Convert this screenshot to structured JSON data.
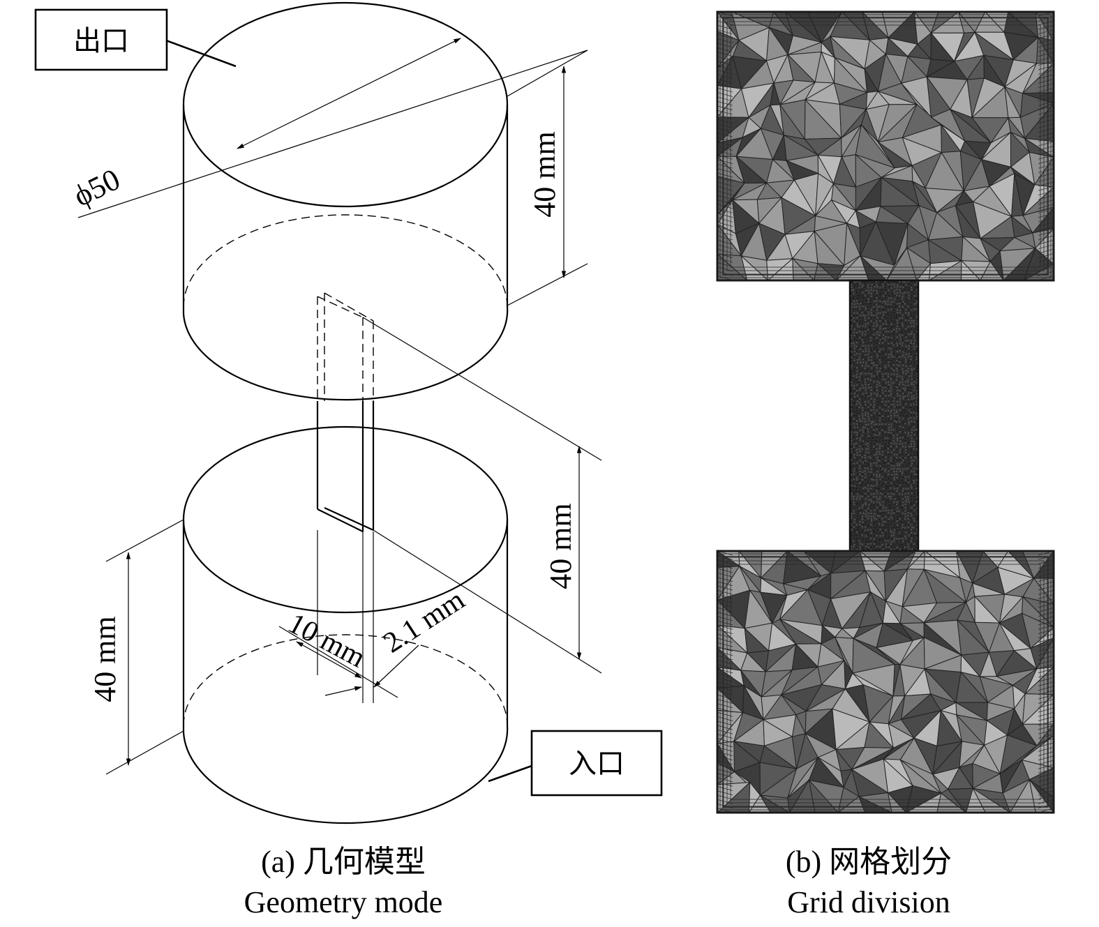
{
  "panel_a": {
    "outlet_label": "出口",
    "inlet_label": "入口",
    "dim_diameter": "ϕ50",
    "dim_top_height": "40 mm",
    "dim_mid_height": "40 mm",
    "dim_bottom_height": "40 mm",
    "dim_width": "10 mm",
    "dim_thickness": "2.1 mm",
    "caption_cn": "(a) 几何模型",
    "caption_en": "Geometry mode"
  },
  "panel_b": {
    "caption_cn": "(b) 网格划分",
    "caption_en": "Grid division"
  },
  "colors": {
    "line": "#000000",
    "mesh_dark": "#3a3a3a",
    "mesh_mid": "#6e6e6e",
    "mesh_light": "#a8a8a8",
    "mesh_edge": "#1a1a1a"
  }
}
